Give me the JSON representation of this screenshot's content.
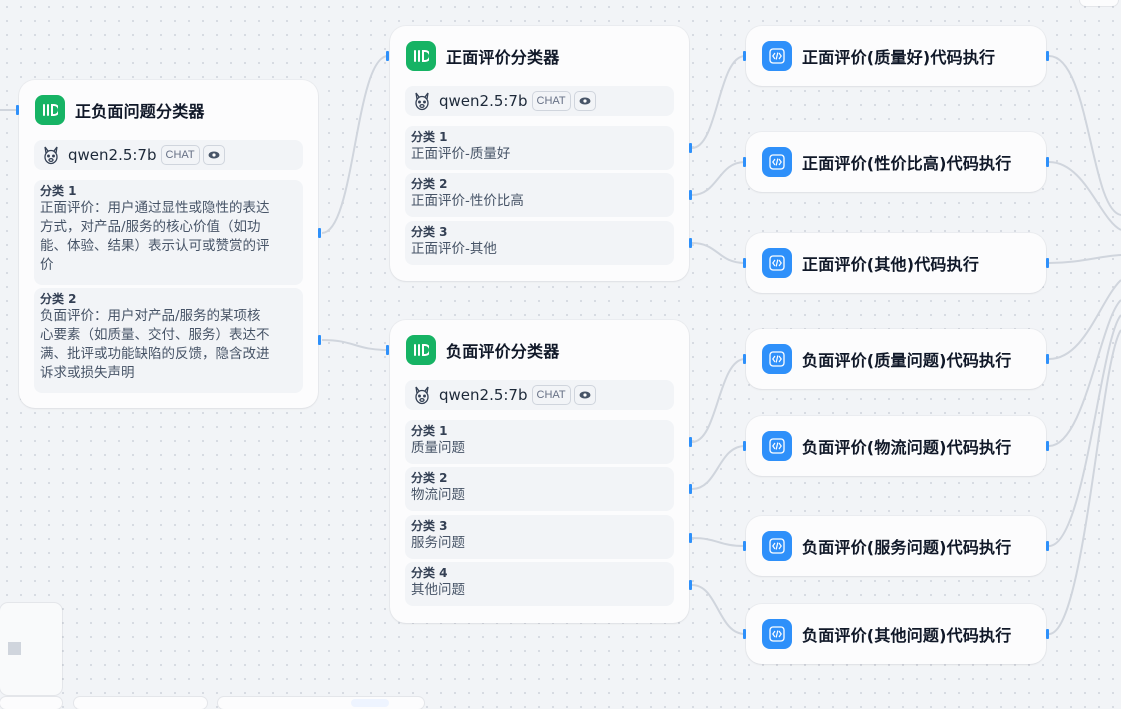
{
  "colors": {
    "accent": "#2e90fa",
    "llm_icon": "#16b364",
    "edge": "#d0d5dd"
  },
  "nodes": {
    "main_classifier": {
      "title": "正负面问题分类器",
      "icon": "classifier-icon",
      "model": "qwen2.5:7b",
      "badge": "CHAT",
      "classes": [
        {
          "label": "分类 1",
          "lines": [
            "正面评价：用户通过显性或隐性的表达",
            "方式，对产品/服务的核心价值（如功",
            "能、体验、结果）表示认可或赞赏的评",
            "价"
          ]
        },
        {
          "label": "分类 2",
          "lines": [
            "负面评价：用户对产品/服务的某项核",
            "心要素（如质量、交付、服务）表达不",
            "满、批评或功能缺陷的反馈，隐含改进",
            "诉求或损失声明"
          ]
        }
      ]
    },
    "positive_classifier": {
      "title": "正面评价分类器",
      "icon": "classifier-icon",
      "model": "qwen2.5:7b",
      "badge": "CHAT",
      "classes": [
        {
          "label": "分类 1",
          "text": "正面评价-质量好"
        },
        {
          "label": "分类 2",
          "text": "正面评价-性价比高"
        },
        {
          "label": "分类 3",
          "text": "正面评价-其他"
        }
      ]
    },
    "negative_classifier": {
      "title": "负面评价分类器",
      "icon": "classifier-icon",
      "model": "qwen2.5:7b",
      "badge": "CHAT",
      "classes": [
        {
          "label": "分类 1",
          "text": "质量问题"
        },
        {
          "label": "分类 2",
          "text": "物流问题"
        },
        {
          "label": "分类 3",
          "text": "服务问题"
        },
        {
          "label": "分类 4",
          "text": "其他问题"
        }
      ]
    },
    "code_nodes": [
      {
        "title": "正面评价(质量好)代码执行",
        "icon": "code-icon"
      },
      {
        "title": "正面评价(性价比高)代码执行",
        "icon": "code-icon"
      },
      {
        "title": "正面评价(其他)代码执行",
        "icon": "code-icon"
      },
      {
        "title": "负面评价(质量问题)代码执行",
        "icon": "code-icon"
      },
      {
        "title": "负面评价(物流问题)代码执行",
        "icon": "code-icon"
      },
      {
        "title": "负面评价(服务问题)代码执行",
        "icon": "code-icon"
      },
      {
        "title": "负面评价(其他问题)代码执行",
        "icon": "code-icon"
      }
    ]
  }
}
